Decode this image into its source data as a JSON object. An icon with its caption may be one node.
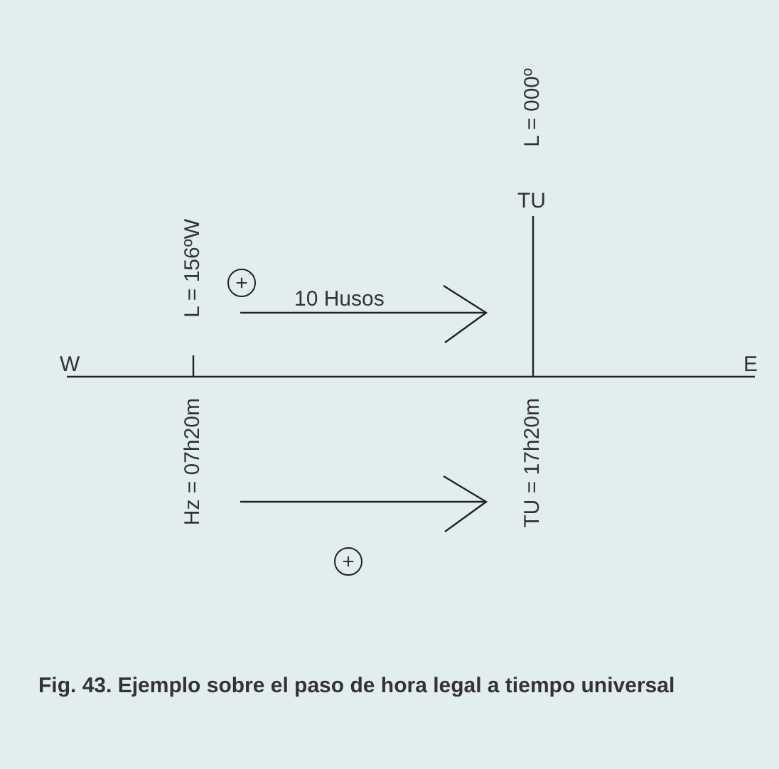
{
  "diagram": {
    "caption": "Fig. 43. Ejemplo sobre el paso de hora legal a tiempo universal",
    "labels": [
      "L = 000º",
      "TU",
      "L = 156ºW",
      "+",
      "10 Husos",
      "W",
      "E",
      "Hz = 07h20m",
      "TU = 17h20m",
      "+"
    ]
  }
}
